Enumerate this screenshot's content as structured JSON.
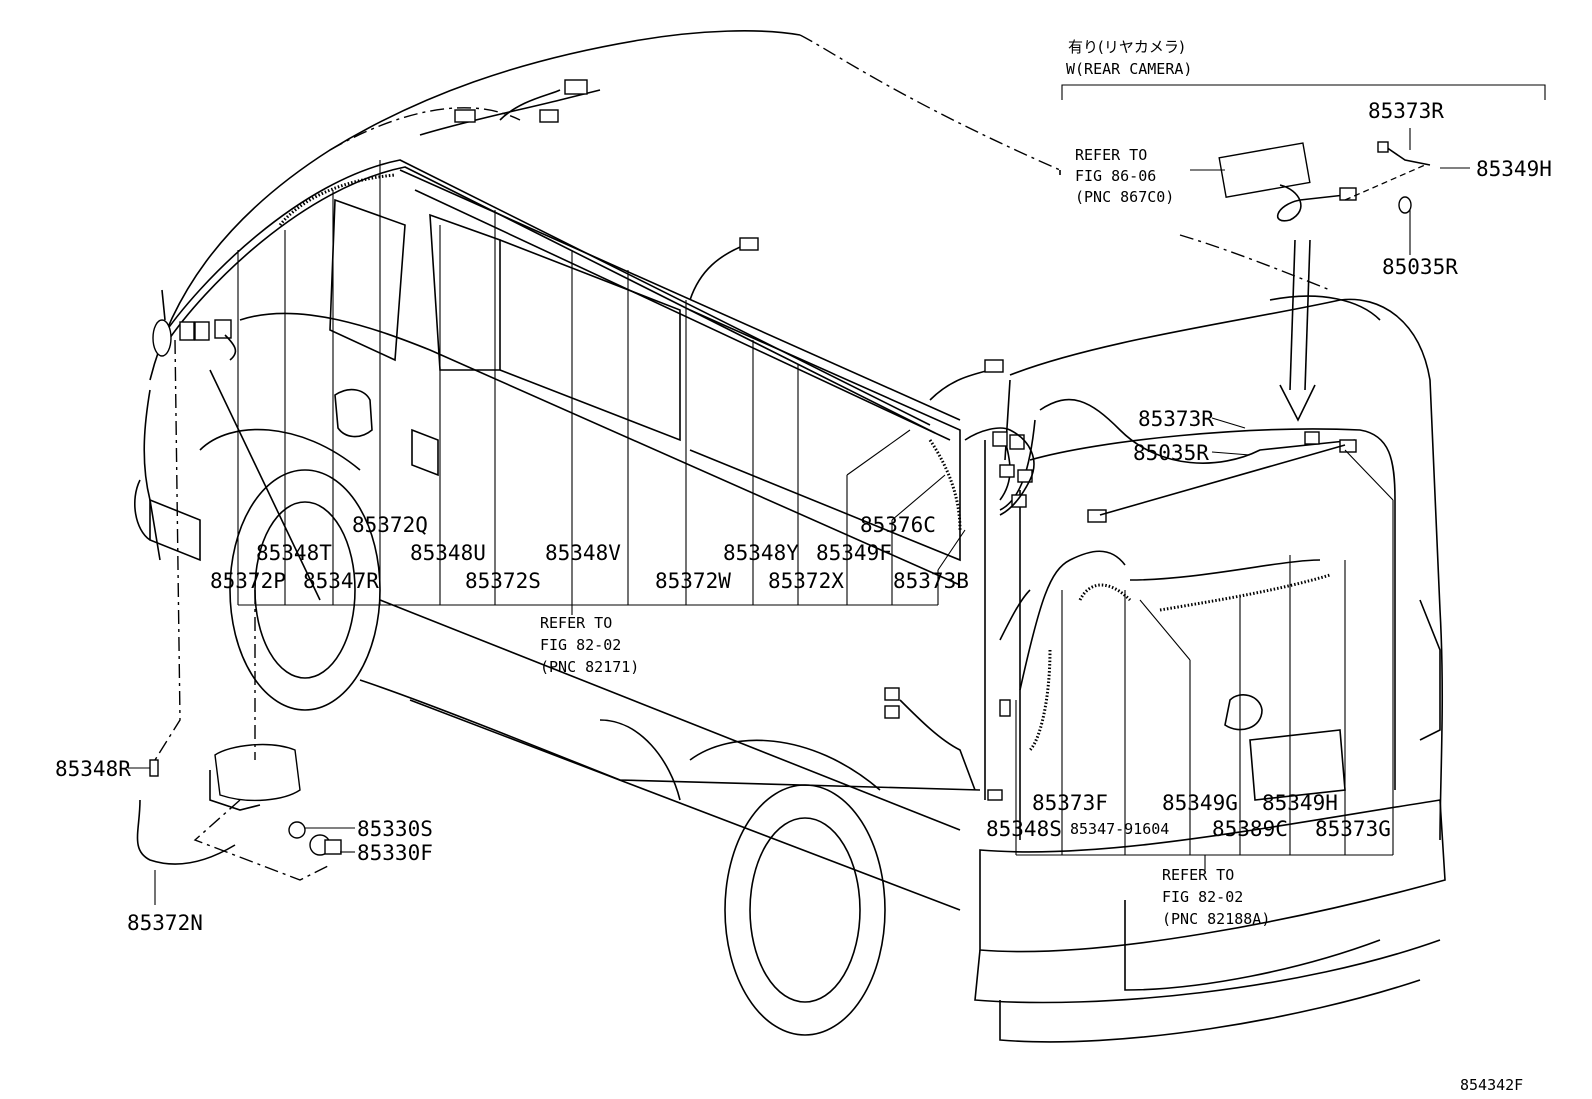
{
  "header": {
    "jp": "有り(リヤカメラ)",
    "en": "W(REAR CAMERA)"
  },
  "refs": {
    "camera": {
      "l1": "REFER TO",
      "l2": "FIG 86-06",
      "l3": "(PNC 867C0)"
    },
    "side": {
      "l1": "REFER TO",
      "l2": "FIG 82-02",
      "l3": "(PNC 82171)"
    },
    "rear": {
      "l1": "REFER TO",
      "l2": "FIG 82-02",
      "l3": "(PNC 82188A)"
    }
  },
  "labels": {
    "p85373R_top": "85373R",
    "p85349H_top": "85349H",
    "p85035R_top": "85035R",
    "p85373R_mid": "85373R",
    "p85035R_mid": "85035R",
    "p85348T": "85348T",
    "p85372Q": "85372Q",
    "p85348U": "85348U",
    "p85348V": "85348V",
    "p85348Y": "85348Y",
    "p85349F": "85349F",
    "p85376C": "85376C",
    "p85372P": "85372P",
    "p85347R": "85347R",
    "p85372S": "85372S",
    "p85372W": "85372W",
    "p85372X": "85372X",
    "p85373B": "85373B",
    "p85348R": "85348R",
    "p85330S": "85330S",
    "p85330F": "85330F",
    "p85372N": "85372N",
    "p85373F": "85373F",
    "p85349G": "85349G",
    "p85349H_bot": "85349H",
    "p85348S": "85348S",
    "p85347_91604": "85347-91604",
    "p85389C": "85389C",
    "p85373G": "85373G"
  },
  "figure_id": "854342F"
}
